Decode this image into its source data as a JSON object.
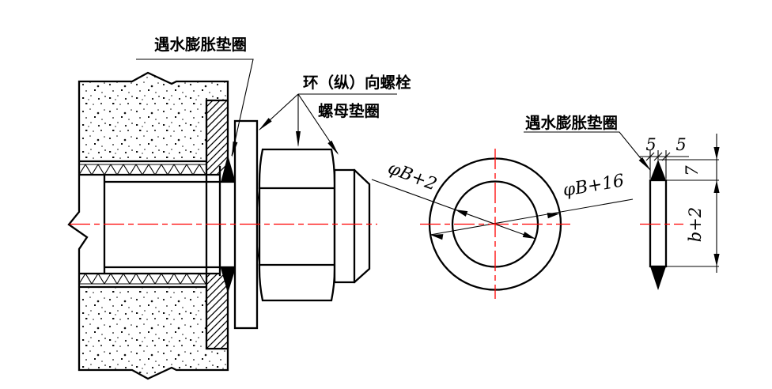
{
  "drawing": {
    "title_context": "tunnel segment bolt joint waterproofing detail",
    "labels": {
      "swelling_washer_left": "遇水膨胀垫圈",
      "bolt": "环（纵）向螺栓",
      "nut_washer": "螺母垫圈",
      "swelling_washer_right": "遇水膨胀垫圈"
    },
    "dimensions": {
      "inner_diameter": "φB+2",
      "outer_diameter": "φB+16",
      "top_width_left": "5",
      "top_width_right": "5",
      "lip_height": "7",
      "ring_height": "b+2"
    },
    "colors": {
      "line": "#000000",
      "centerline": "#ff0000",
      "background": "#ffffff"
    }
  }
}
